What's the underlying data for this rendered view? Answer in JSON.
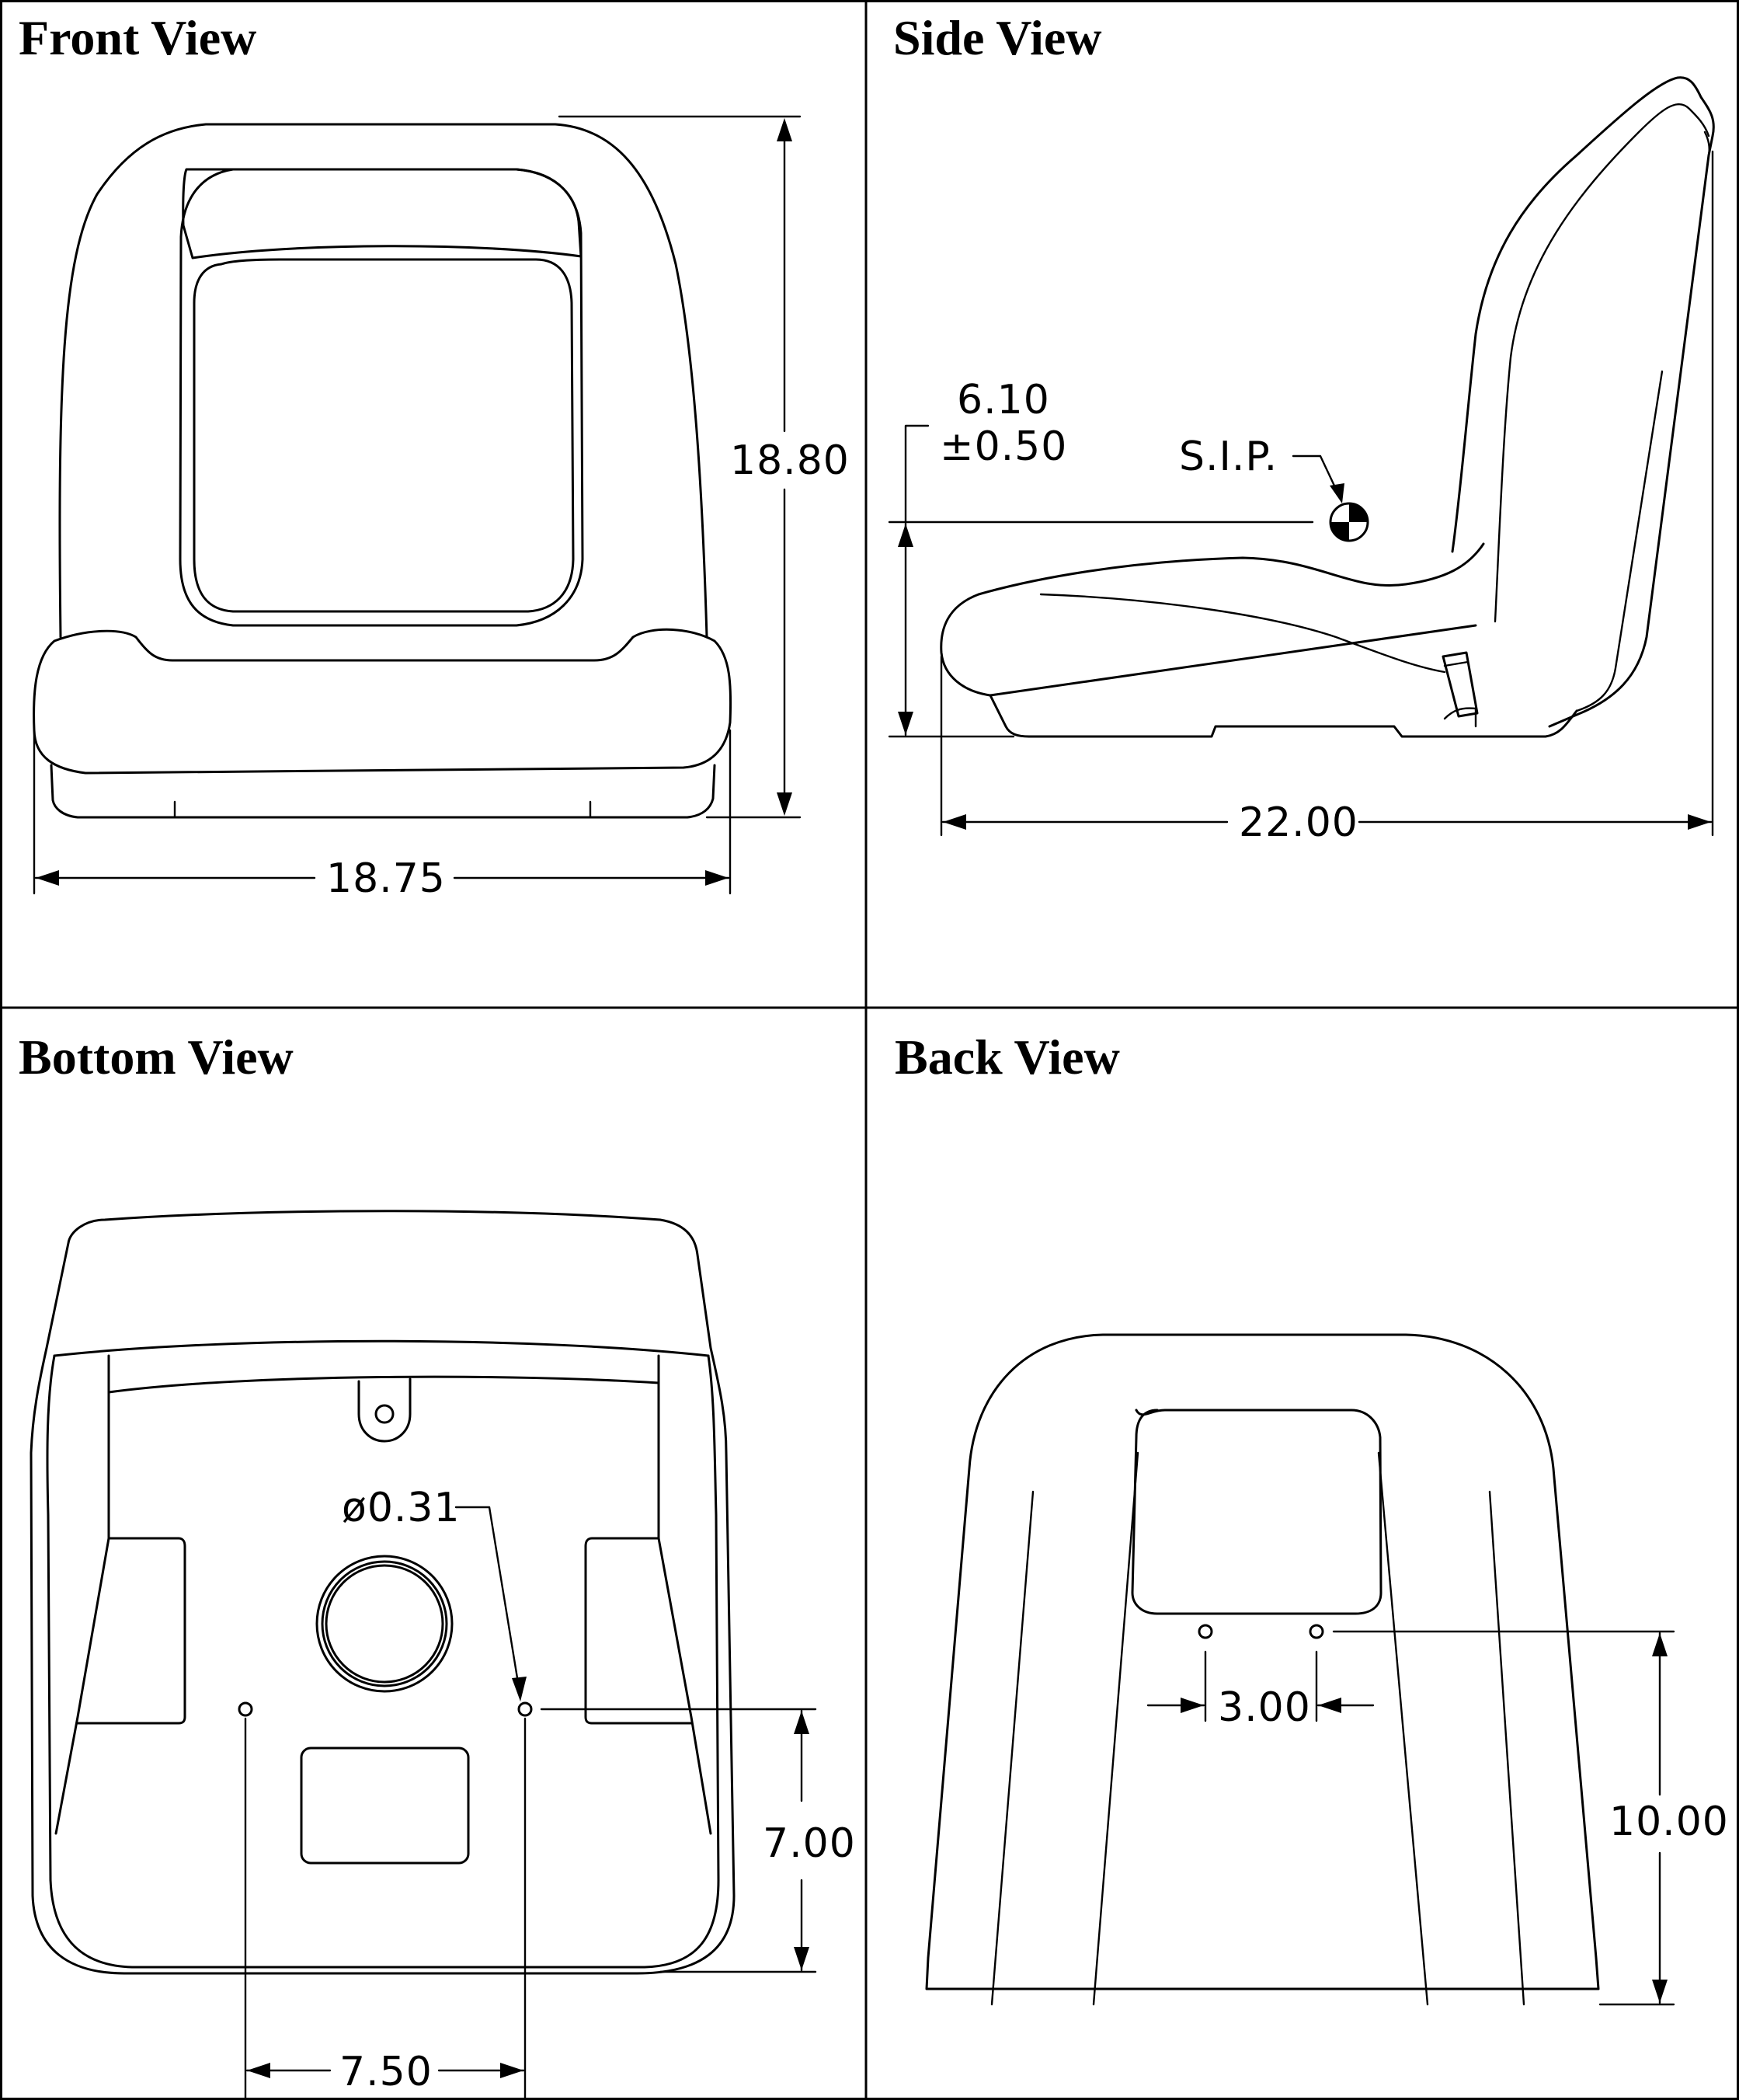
{
  "views": {
    "front": {
      "title": "Front View",
      "height_dim": "18.80",
      "width_dim": "18.75"
    },
    "side": {
      "title": "Side View",
      "sip_label": "S.I.P.",
      "sip_height": "6.10",
      "sip_tolerance": "±0.50",
      "depth_dim": "22.00"
    },
    "bottom": {
      "title": "Bottom View",
      "hole_dia": "ø0.31",
      "hole_offset": "7.00",
      "hole_spacing": "7.50"
    },
    "back": {
      "title": "Back View",
      "hole_spacing": "3.00",
      "hole_height": "10.00"
    }
  },
  "colors": {
    "line": "#000000",
    "background": "#ffffff"
  },
  "icons": {
    "sip_marker": "sip-target-icon"
  }
}
